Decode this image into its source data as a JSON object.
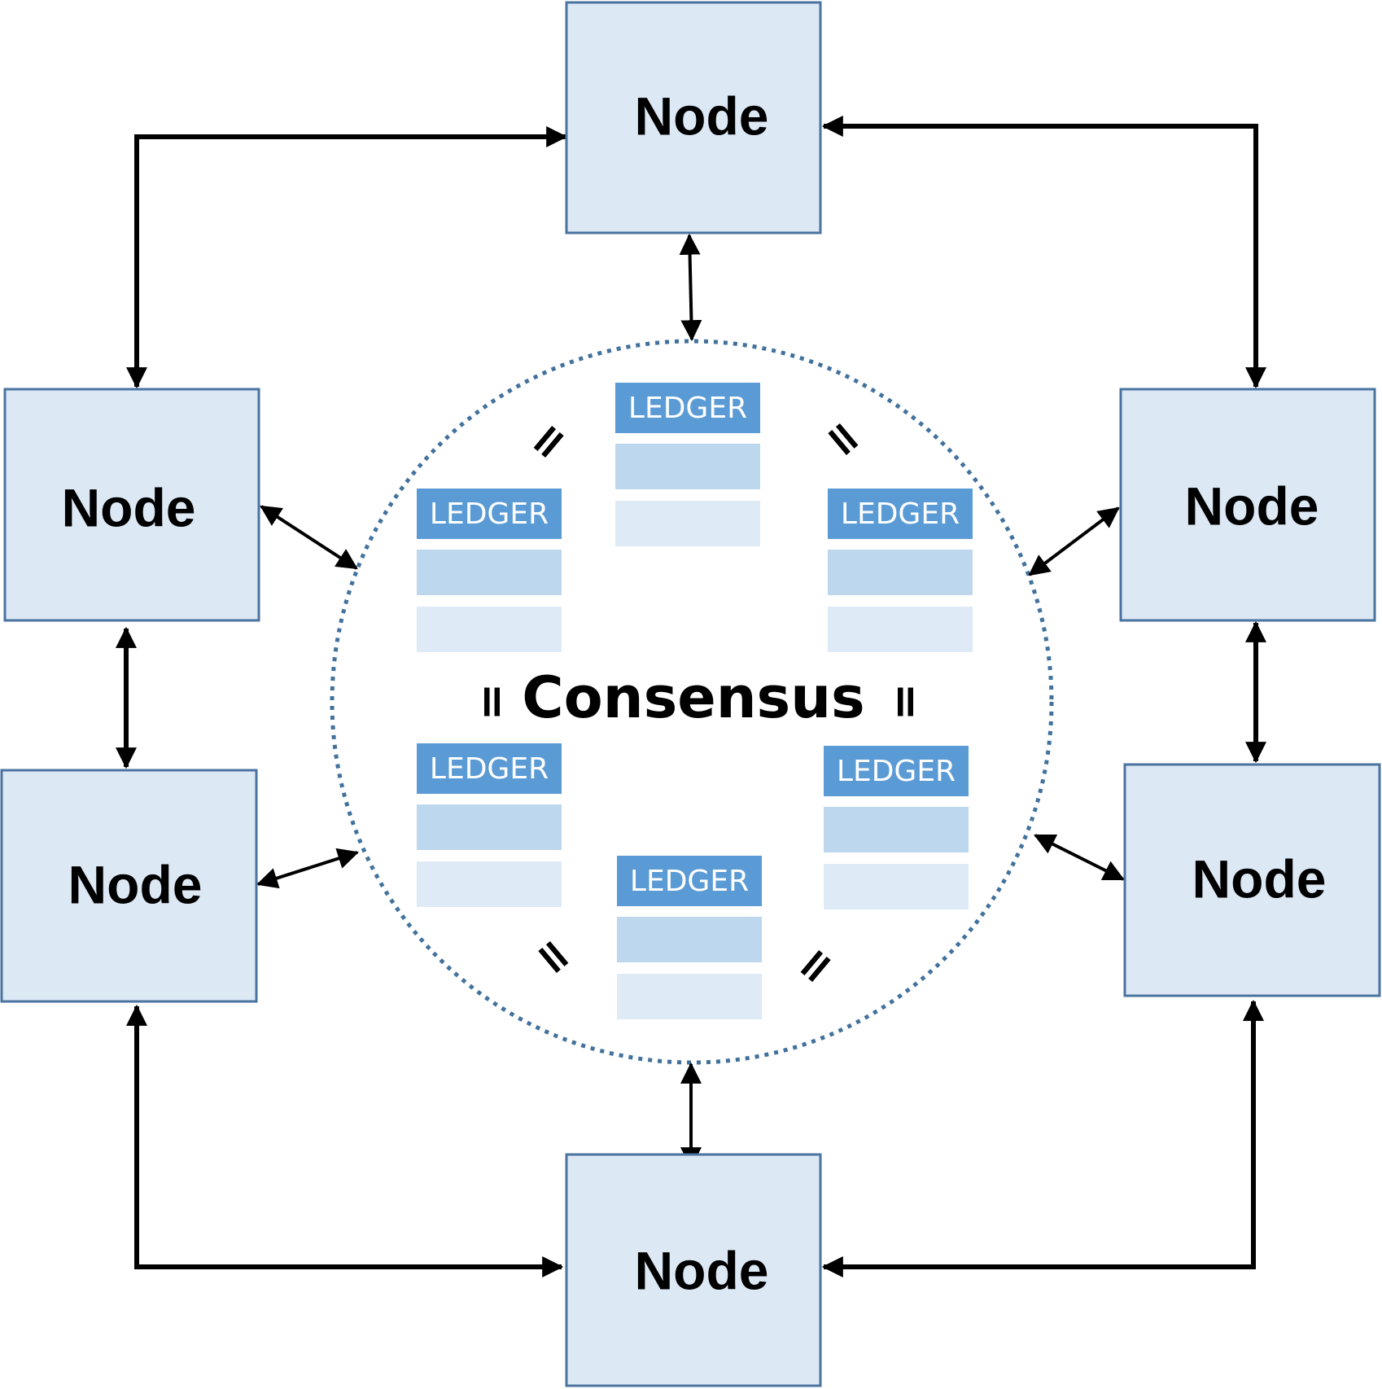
{
  "diagram": {
    "nodes": [
      {
        "id": "top",
        "label": "Node"
      },
      {
        "id": "upper-left",
        "label": "Node"
      },
      {
        "id": "upper-right",
        "label": "Node"
      },
      {
        "id": "lower-left",
        "label": "Node"
      },
      {
        "id": "lower-right",
        "label": "Node"
      },
      {
        "id": "bottom",
        "label": "Node"
      }
    ],
    "ledgers": [
      {
        "id": "top",
        "label": "LEDGER"
      },
      {
        "id": "upper-left",
        "label": "LEDGER"
      },
      {
        "id": "upper-right",
        "label": "LEDGER"
      },
      {
        "id": "lower-left",
        "label": "LEDGER"
      },
      {
        "id": "lower-right",
        "label": "LEDGER"
      },
      {
        "id": "bottom",
        "label": "LEDGER"
      }
    ],
    "center_label": "Consensus",
    "equals_symbol": "=",
    "colors": {
      "node_fill": "#dde8f5",
      "node_border": "#4a73a0",
      "ledger_header": "#5b9bd5",
      "ledger_row_mid": "#bdd7ee",
      "ledger_row_light": "#deebf7",
      "circle_border": "#41719c",
      "arrow": "#000000"
    }
  }
}
